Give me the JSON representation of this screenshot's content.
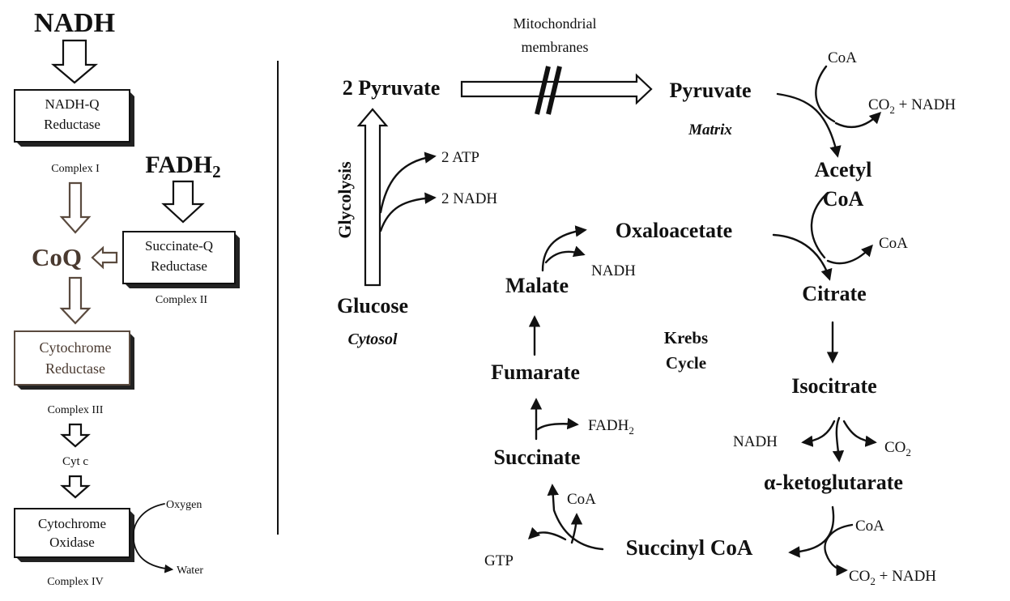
{
  "etc": {
    "nadh": "NADH",
    "fadh2": "FADH",
    "fadh2_sub": "2",
    "coq": "CoQ",
    "cyt_c": "Cyt c",
    "oxygen": "Oxygen",
    "water": "Water",
    "complexes": [
      {
        "line1": "NADH-Q",
        "line2": "Reductase",
        "caption": "Complex I"
      },
      {
        "line1": "Succinate-Q",
        "line2": "Reductase",
        "caption": "Complex II"
      },
      {
        "line1": "Cytochrome",
        "line2": "Reductase",
        "caption": "Complex III"
      },
      {
        "line1": "Cytochrome",
        "line2": "Oxidase",
        "caption": "Complex IV"
      }
    ]
  },
  "metabolism": {
    "membrane_line1": "Mitochondrial",
    "membrane_line2": "membranes",
    "pyruvate_2": "2 Pyruvate",
    "pyruvate": "Pyruvate",
    "matrix": "Matrix",
    "glycolysis": "Glycolysis",
    "atp": "2 ATP",
    "nadh_2": "2 NADH",
    "glucose": "Glucose",
    "cytosol": "Cytosol",
    "coa": "CoA",
    "co2": "CO",
    "co2_sub": "2",
    "plus_nadh": " + NADH",
    "nadh": "NADH",
    "acetyl": "Acetyl",
    "acetyl_coa": "CoA",
    "oxaloacetate": "Oxaloacetate",
    "citrate": "Citrate",
    "malate": "Malate",
    "krebs_line1": "Krebs",
    "krebs_line2": "Cycle",
    "fumarate": "Fumarate",
    "isocitrate": "Isocitrate",
    "fadh2": "FADH",
    "fadh2_sub": "2",
    "succinate": "Succinate",
    "alpha_kg": "α-ketoglutarate",
    "gtp": "GTP",
    "succinyl_coa": "Succinyl CoA"
  }
}
